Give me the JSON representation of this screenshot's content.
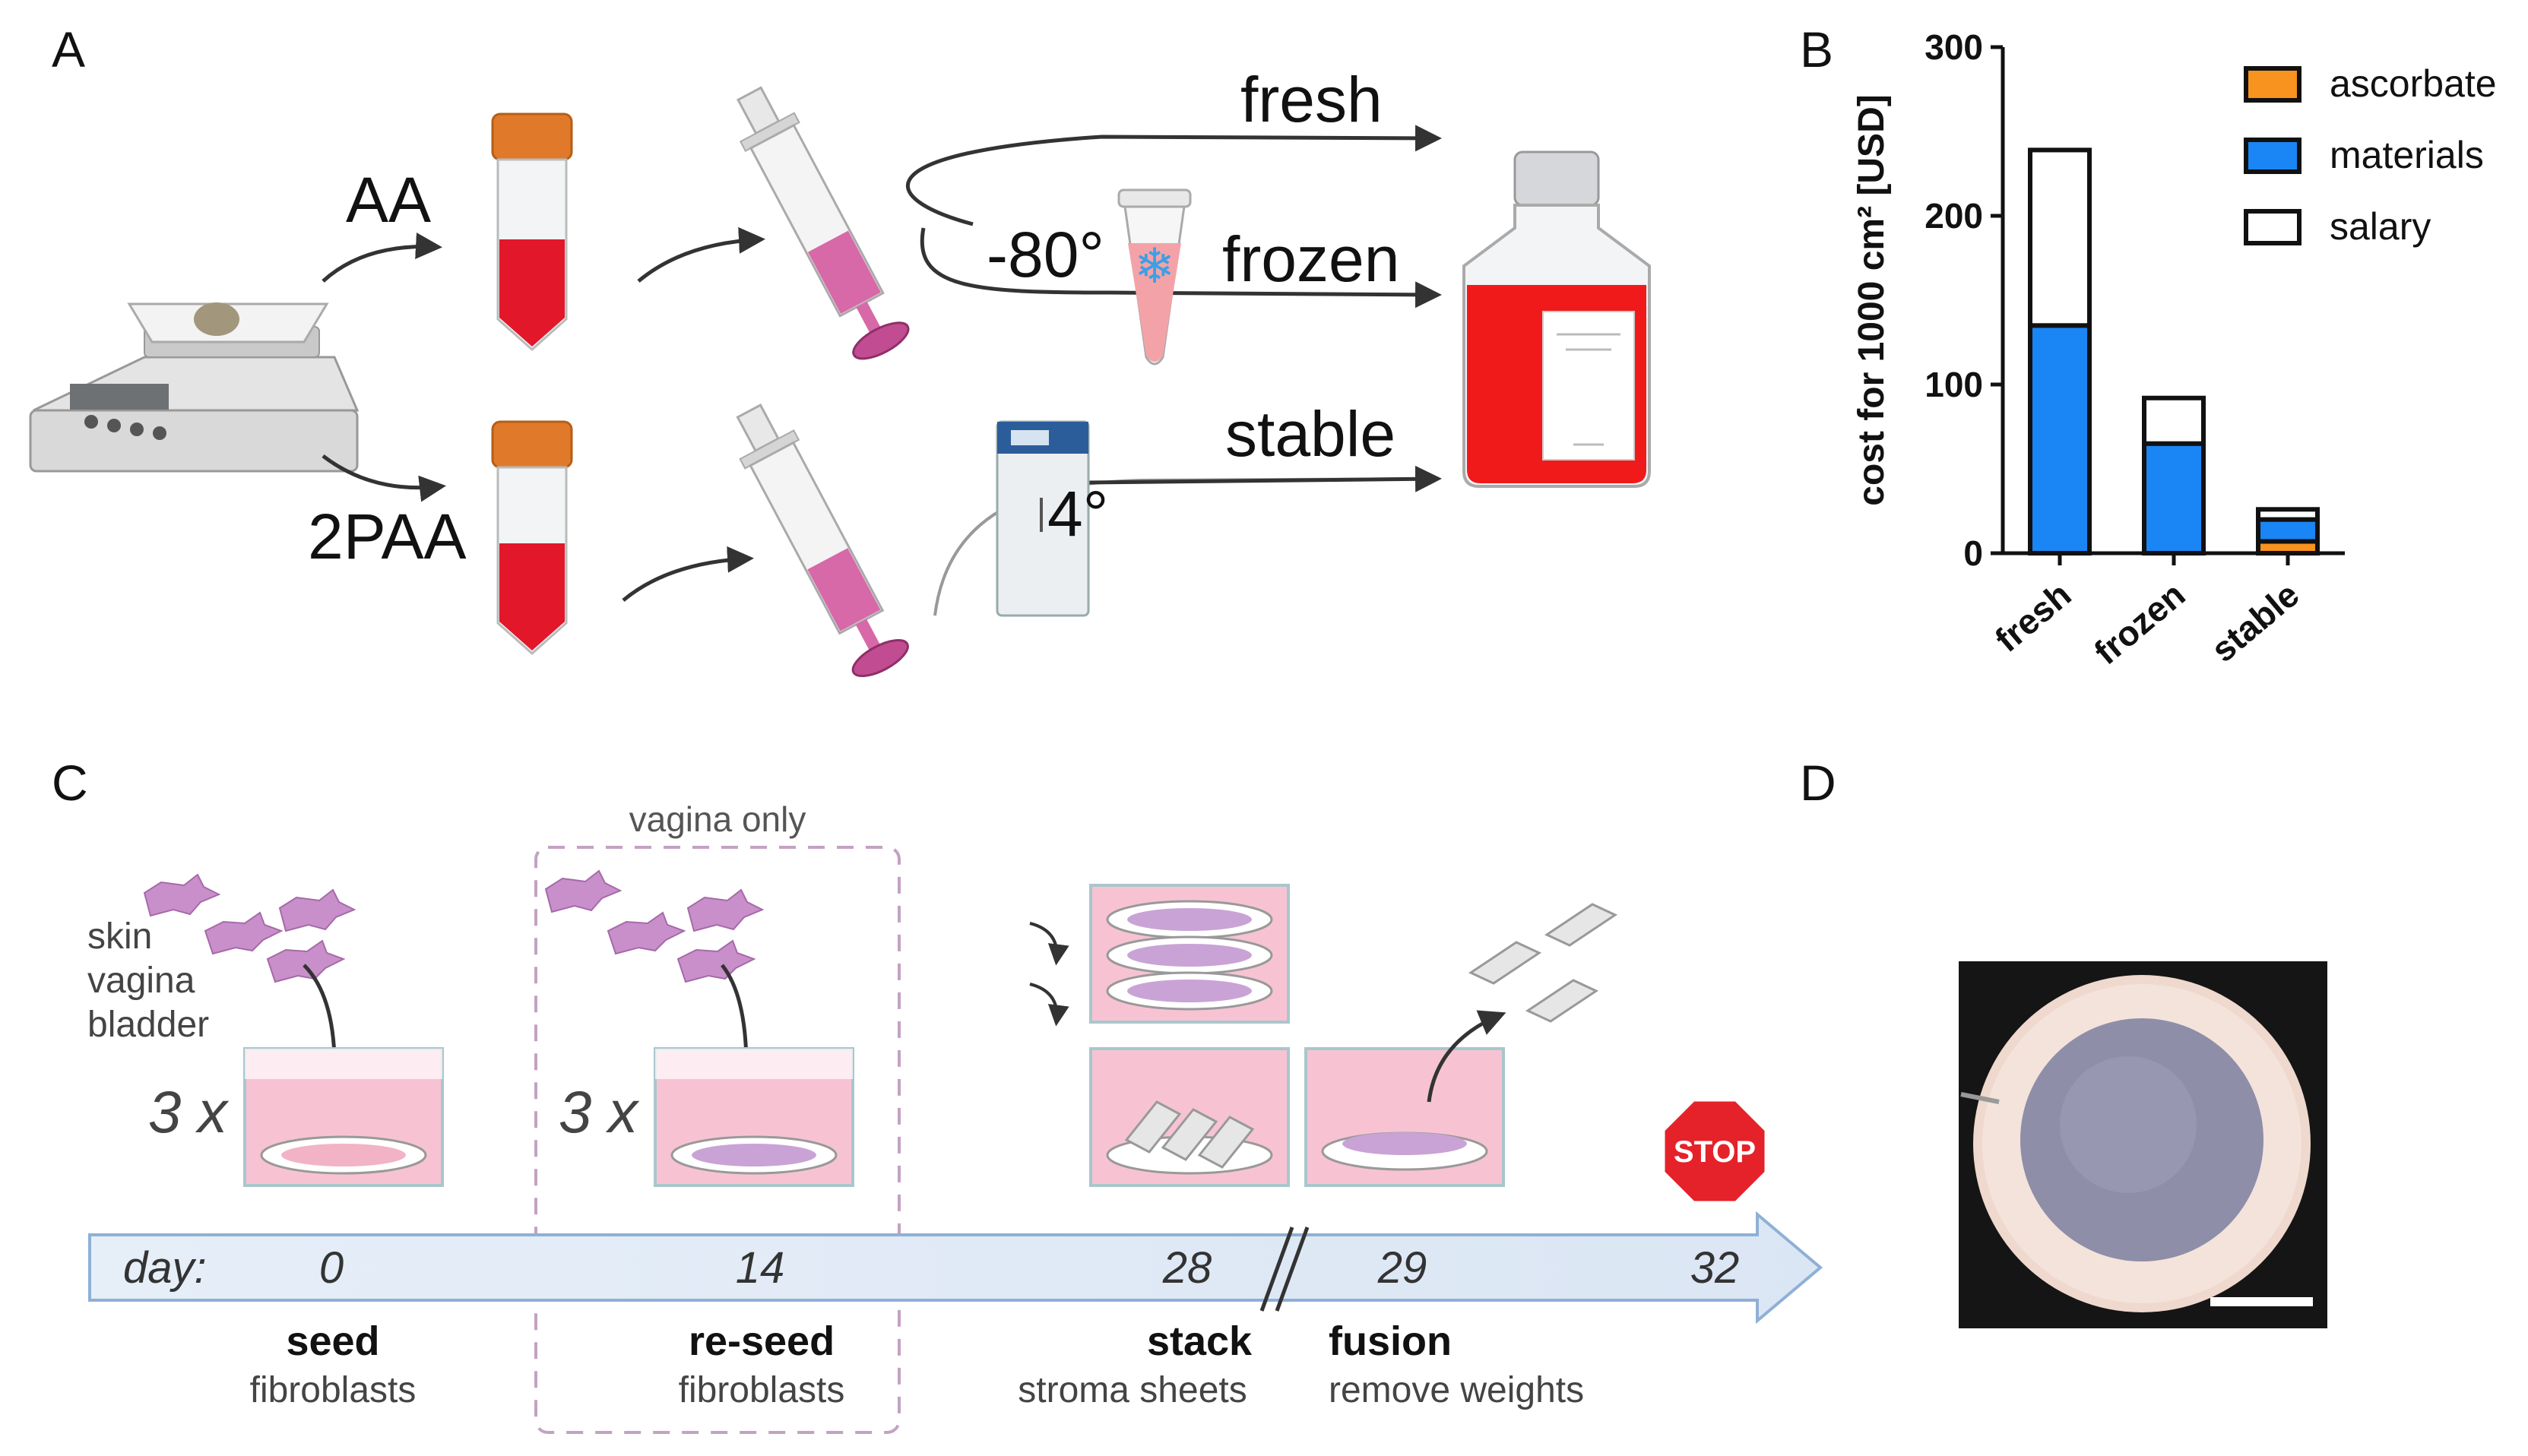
{
  "panels": {
    "a": "A",
    "b": "B",
    "c": "C",
    "d": "D"
  },
  "panel_a": {
    "reagents": [
      "AA",
      "2PAA"
    ],
    "routes": [
      "fresh",
      "frozen",
      "stable"
    ],
    "frozen_temp": "-80°",
    "fridge_temp": "4°"
  },
  "panel_c": {
    "cell_sources": [
      "skin",
      "vagina",
      "bladder"
    ],
    "multiplier": "3 x",
    "box_label": "vagina only",
    "timeline_prefix": "day:",
    "days": [
      "0",
      "14",
      "28",
      "29",
      "32"
    ],
    "stop_sign": "STOP",
    "steps": [
      {
        "title": "seed",
        "sub": "fibroblasts"
      },
      {
        "title": "re-seed",
        "sub": "fibroblasts"
      },
      {
        "title": "stack",
        "sub": "stroma sheets"
      },
      {
        "title": "fusion",
        "sub": "remove weights"
      }
    ]
  },
  "chart_data": {
    "type": "bar",
    "stacked": true,
    "categories": [
      "fresh",
      "frozen",
      "stable"
    ],
    "series": [
      {
        "name": "ascorbate",
        "values": [
          0,
          0,
          7
        ],
        "color": "#f7931e"
      },
      {
        "name": "materials",
        "values": [
          135,
          65,
          13
        ],
        "color": "#1a85f5"
      },
      {
        "name": "salary",
        "values": [
          104,
          27,
          6
        ],
        "color": "#ffffff"
      }
    ],
    "ylabel": "cost for 1000 cm² [USD]",
    "ylim": [
      0,
      300
    ],
    "yticks": [
      0,
      100,
      200,
      300
    ],
    "legend_position": "top-right",
    "grid": false
  }
}
